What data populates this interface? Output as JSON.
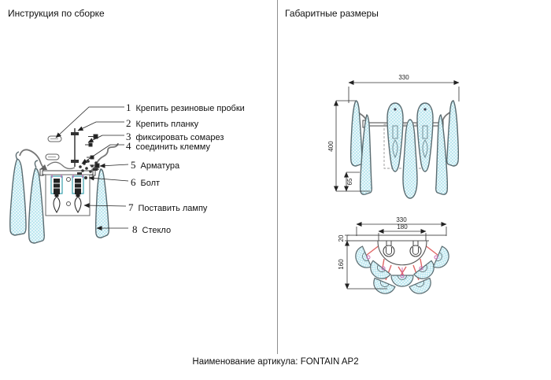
{
  "left_panel": {
    "title": "Инструкция по сборке",
    "items": [
      {
        "num": "1",
        "label": "Крепить резиновые пробки"
      },
      {
        "num": "2",
        "label": "Крепить планку"
      },
      {
        "num": "3",
        "label": "фиксировать сомарез"
      },
      {
        "num": "4",
        "label": "соединить клемму"
      },
      {
        "num": "5",
        "label": "Арматура"
      },
      {
        "num": "6",
        "label": "Болт"
      },
      {
        "num": "7",
        "label": "Поставить лампу"
      },
      {
        "num": "8",
        "label": "Стекло"
      }
    ]
  },
  "right_panel": {
    "title": "Габаритные размеры",
    "front_view": {
      "width": "330",
      "height": "400",
      "glass_offset": "65"
    },
    "top_view": {
      "width": "330",
      "inner_width": "180",
      "depth": "20",
      "height": "160"
    }
  },
  "footer": {
    "caption": "Наименование артикула: FONTAIN AP2"
  },
  "colors": {
    "glass_fill": "#cdeef5",
    "glass_hatch": "#aadfe9",
    "outline": "#5a6b70",
    "red_line": "#e06464",
    "pink_detail": "#cf6ab5",
    "teal_detail": "#3aa0ad"
  }
}
